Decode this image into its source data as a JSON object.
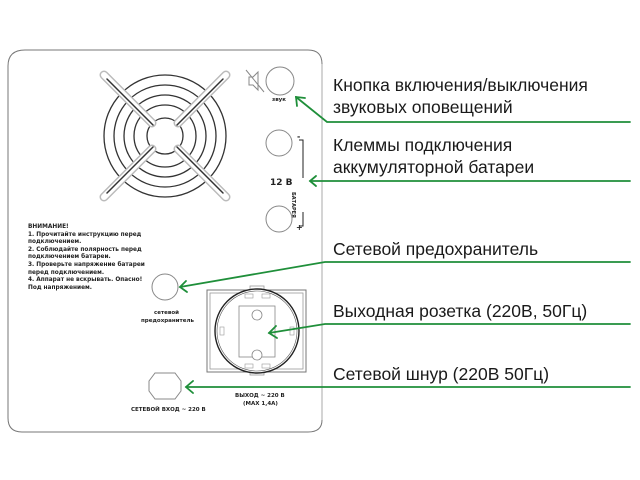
{
  "colors": {
    "arrow": "#1f8f3a",
    "outline": "#555555",
    "text": "#1a1a1a"
  },
  "panel": {
    "sound_button_label": "звук",
    "battery_voltage": "12 В",
    "battery_vertical_label": "БАТАРЕЯ",
    "battery_minus": "-",
    "battery_plus": "+",
    "warning": {
      "title": "ВНИМАНИЕ!",
      "lines": [
        "1. Прочитайте инструкцию перед",
        "подключением.",
        "2. Соблюдайте полярность перед",
        "подключением батареи.",
        "3. Проверьте напряжение батареи",
        "перед подключением.",
        "4. Аппарат не вскрывать. Опасно!",
        "Под напряжением."
      ]
    },
    "fuse_label_1": "сетевой",
    "fuse_label_2": "предохранитель",
    "mains_input_label": "СЕТЕВОЙ ВХОД ~ 220 В",
    "output_label_1": "ВЫХОД ~ 220 В",
    "output_label_2": "(MAX 1,4A)"
  },
  "callouts": [
    {
      "line1": "Кнопка включения/выключения",
      "line2": "звуковых оповещений"
    },
    {
      "line1": "Клеммы подключения",
      "line2": "аккумуляторной батареи"
    },
    {
      "line1": "Сетевой предохранитель"
    },
    {
      "line1": "Выходная розетка (220В, 50Гц)"
    },
    {
      "line1": "Сетевой шнур (220В 50Гц)"
    }
  ],
  "icons": {
    "fan": "fan-grille-icon",
    "mute": "speaker-muted-icon",
    "socket": "schuko-socket-icon"
  }
}
